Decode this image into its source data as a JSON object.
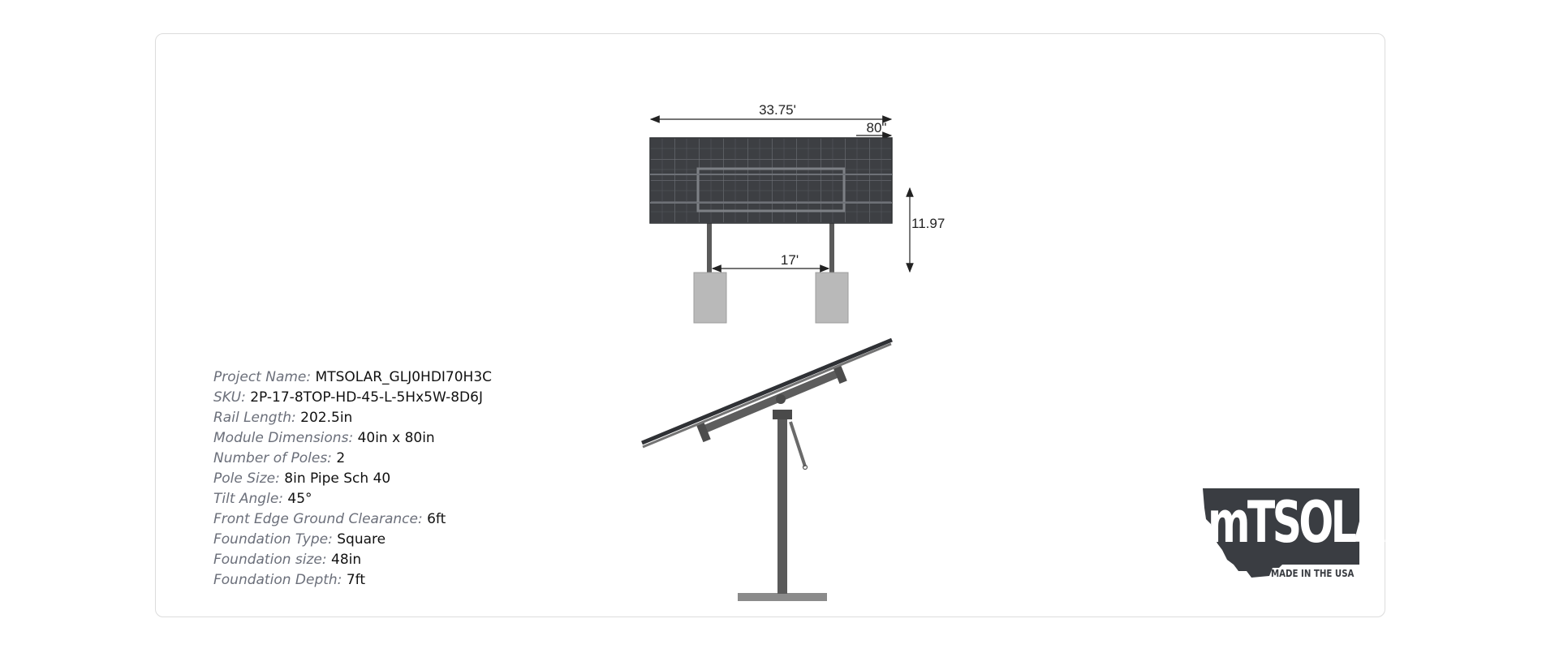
{
  "specs": [
    {
      "label": "Project Name:",
      "value": "MTSOLAR_GLJ0HDI70H3C"
    },
    {
      "label": "SKU:",
      "value": "2P-17-8TOP-HD-45-L-5Hx5W-8D6J"
    },
    {
      "label": "Rail Length:",
      "value": "202.5in"
    },
    {
      "label": "Module Dimensions:",
      "value": "40in x 80in"
    },
    {
      "label": "Number of Poles:",
      "value": "2"
    },
    {
      "label": "Pole Size:",
      "value": "8in Pipe Sch 40"
    },
    {
      "label": "Tilt Angle:",
      "value": "45°"
    },
    {
      "label": "Front Edge Ground Clearance:",
      "value": "6ft"
    },
    {
      "label": "Foundation Type:",
      "value": "Square"
    },
    {
      "label": "Foundation size:",
      "value": "48in"
    },
    {
      "label": "Foundation Depth:",
      "value": "7ft"
    }
  ],
  "dimensions": {
    "overall_width": "33.75'",
    "module_length": "80\"",
    "height": "11.97",
    "pole_spacing": "17'"
  },
  "logo": {
    "text": "mTSOLAR",
    "tagline": "MADE IN THE USA"
  },
  "colors": {
    "panel": "#3b3d41",
    "steel": "#5a5a5a",
    "foundation": "#b9b9b9",
    "label": "#6b6f7a",
    "logo_dark": "#3a3d42"
  },
  "icons": [
    "montana-map-icon"
  ]
}
